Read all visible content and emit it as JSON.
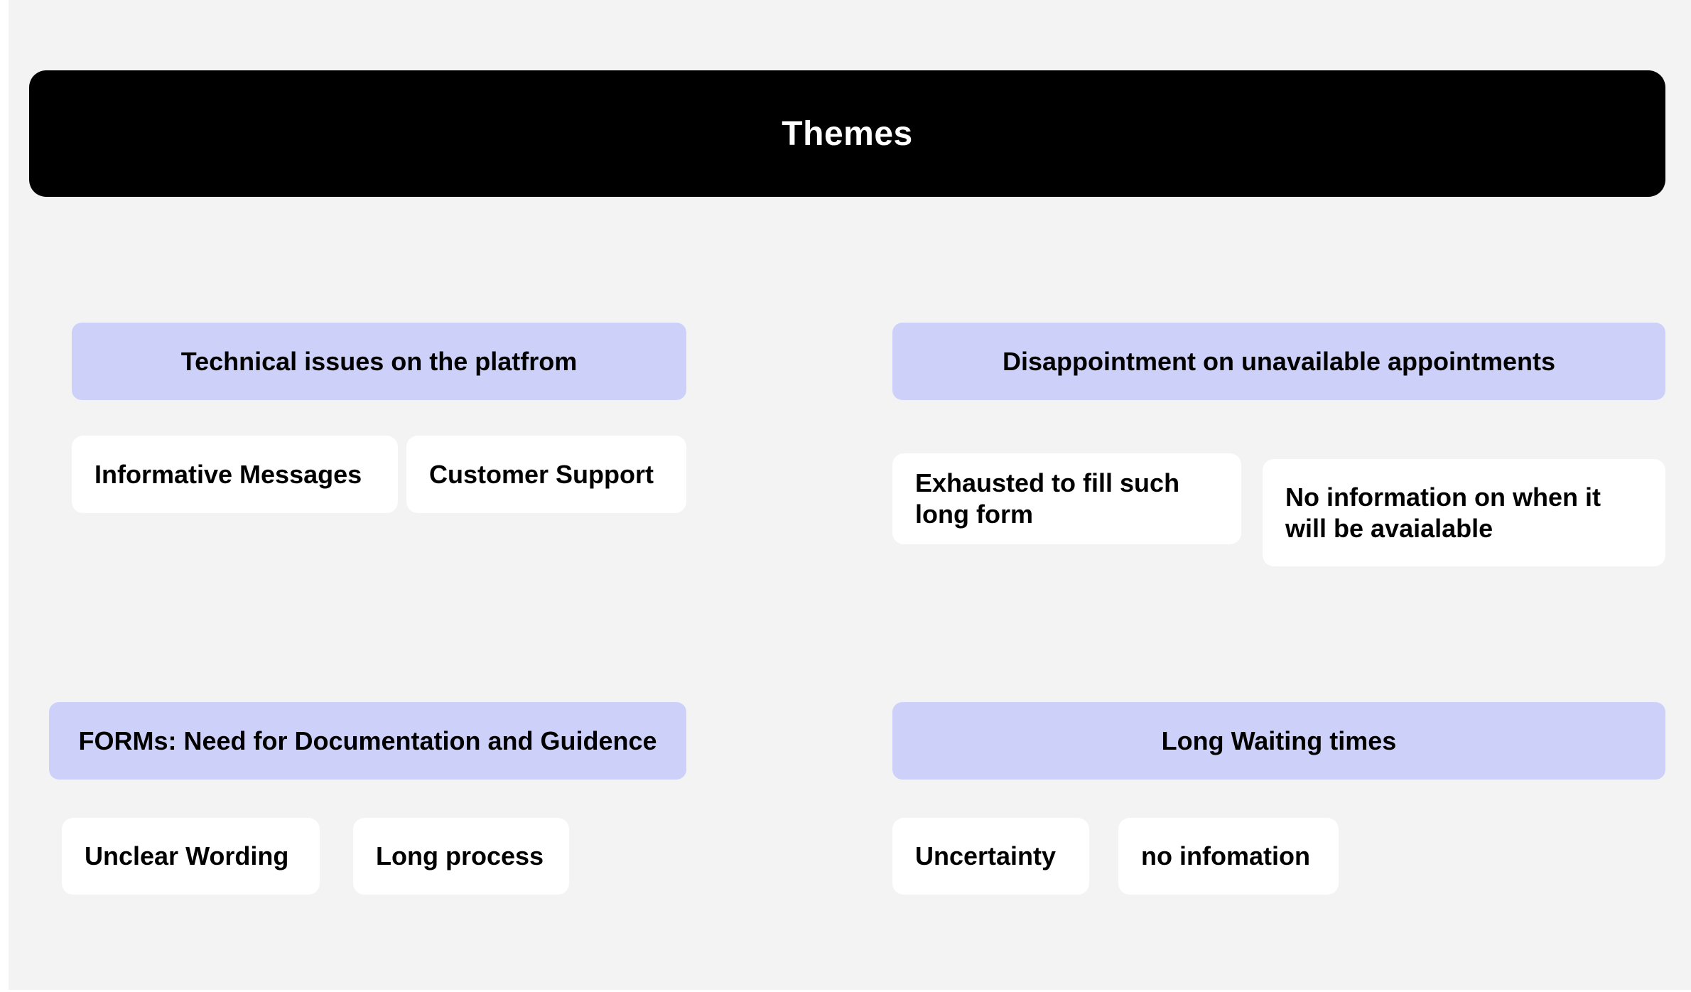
{
  "header": {
    "title": "Themes"
  },
  "themes": [
    {
      "label": "Technical issues on the platfrom",
      "notes": [
        "Informative Messages",
        "Customer Support"
      ]
    },
    {
      "label": "Disappointment on unavailable appointments",
      "notes": [
        "Exhausted to fill such long form",
        "No information on when it will be avaialable"
      ]
    },
    {
      "label": "FORMs: Need for Documentation and Guidence",
      "notes": [
        "Unclear Wording",
        "Long process"
      ]
    },
    {
      "label": "Long Waiting times",
      "notes": [
        "Uncertainty",
        "no infomation"
      ]
    }
  ],
  "colors": {
    "board_background": "#f3f3f3",
    "header_background": "#000000",
    "header_text": "#ffffff",
    "theme_background": "#cdd1fa",
    "note_background": "#ffffff"
  }
}
